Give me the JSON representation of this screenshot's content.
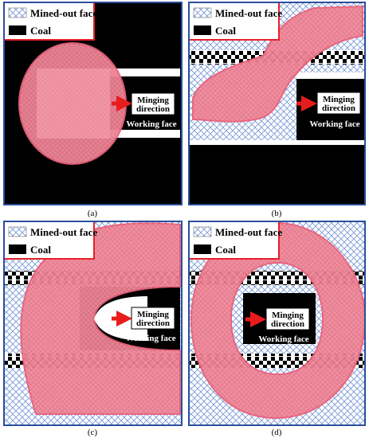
{
  "legend": {
    "mined_out": "Mined-out face",
    "coal": "Coal"
  },
  "labels": {
    "mining_direction_line1": "Minging",
    "mining_direction_line2": "direction",
    "working_face": "Working face"
  },
  "captions": [
    "(a)",
    "(b)",
    "(c)",
    "(d)"
  ],
  "colors": {
    "frame": "#2a4f9c",
    "coal": "#000000",
    "zone_fill": "#f08a9a",
    "zone_stroke": "#e8607a",
    "legend_border": "#e8202a",
    "arrow": "#e81c1c",
    "hatch": "#7a9ad8"
  }
}
